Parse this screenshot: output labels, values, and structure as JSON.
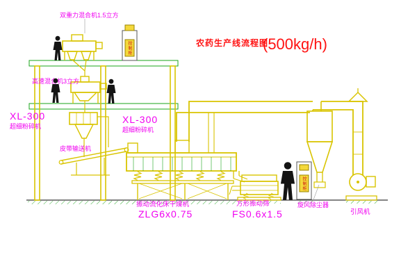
{
  "title": {
    "name": "农药生产线流程图",
    "capacity": "(500kg/h)"
  },
  "labels": {
    "top_mixer": "双重力混合机1.5立方",
    "high_speed_mixer": "高速混合机3立方",
    "mill_left_model": "XL-300",
    "mill_left_name": "超细粉碎机",
    "mill_center_model": "XL-300",
    "mill_center_name": "超细粉碎机",
    "belt_conveyor": "皮带输送机",
    "dryer_name": "振动流化床干燥机",
    "dryer_model": "ZLG6x0.75",
    "sieve_name": "方形振动筛",
    "sieve_model": "FS0.6x1.5",
    "cyclone": "旋风除尘器",
    "fan": "引风机",
    "cabinet": "控制柜"
  },
  "colors": {
    "machine_yellow": "#d9c400",
    "structure_green": "#1aa41a",
    "label_magenta": "#f000f0",
    "title_red": "#ff1212",
    "figure_black": "#141414",
    "cabinet_fill": "#f4d83b",
    "cabinet_text_red": "#cc1111"
  }
}
